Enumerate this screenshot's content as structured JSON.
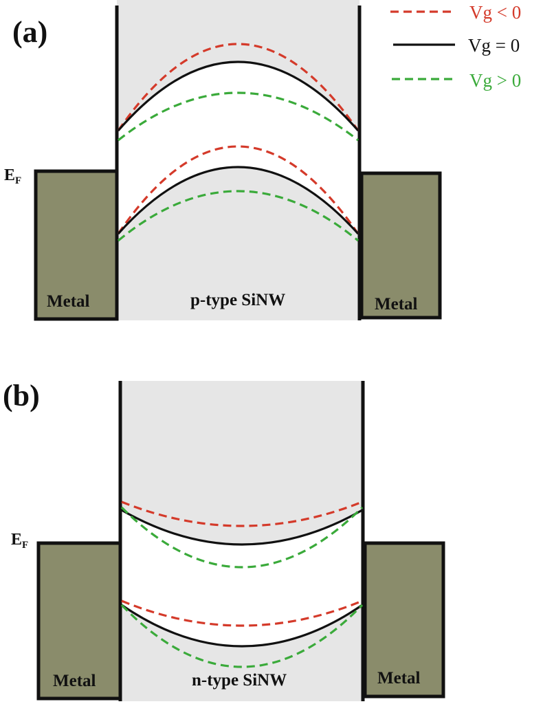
{
  "legend": [
    {
      "label": "Vg < 0",
      "color": "#d43a2a",
      "style": "dashed"
    },
    {
      "label": "Vg = 0",
      "color": "#111111",
      "style": "solid"
    },
    {
      "label": "Vg > 0",
      "color": "#3aaa3a",
      "style": "dashed"
    }
  ],
  "panel_a": {
    "label": "(a)",
    "fermi_label": "E",
    "fermi_sub": "F",
    "left_metal": "Metal",
    "right_metal": "Metal",
    "wire_label": "p-type SiNW"
  },
  "panel_b": {
    "label": "(b)",
    "fermi_label": "E",
    "fermi_sub": "F",
    "left_metal": "Metal",
    "right_metal": "Metal",
    "wire_label": "n-type SiNW"
  },
  "colors": {
    "metal": "#8a8c6b",
    "nanowire": "#e6e6e6",
    "vg_negative": "#d43a2a",
    "vg_zero": "#111111",
    "vg_positive": "#3aaa3a"
  }
}
